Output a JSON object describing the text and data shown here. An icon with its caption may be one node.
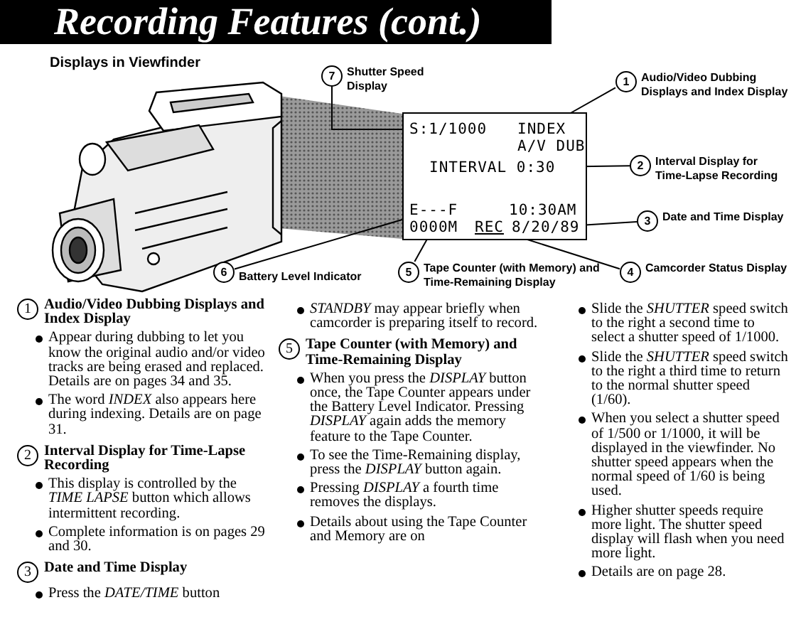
{
  "diagram": {
    "title": "Recording Features (cont.)",
    "nodes": [
      {
        "text": [],
        "shape": "box"
      },
      {
        "text": [
          "S:1/1000"
        ],
        "in": 0
      },
      {
        "text": [
          "INDEX"
        ],
        "in": 0
      },
      {
        "text": [
          "A/V DUB"
        ],
        "in": 0
      },
      {
        "text": [
          "INTERVAL 0:30"
        ],
        "in": 0
      },
      {
        "text": [
          "E---F"
        ],
        "in": 0
      },
      {
        "text": [
          "10:30AM"
        ],
        "in": 0
      },
      {
        "text": [
          "0000M"
        ],
        "in": 0
      },
      {
        "text": [
          "REC"
        ],
        "in": 0
      },
      {
        "text": [
          "8/20/89"
        ],
        "in": 0
      },
      {
        "text": [
          "7",
          "Shutter Speed Display"
        ]
      },
      {
        "text": [
          "1",
          "Audio/Video Dubbing Displays and Index Display"
        ]
      },
      {
        "text": [
          "2",
          "Interval Display for Time-Lapse Recording"
        ]
      },
      {
        "text": [
          "3",
          "Date and Time Display"
        ]
      },
      {
        "text": [
          "6",
          "Battery Level Indicator"
        ]
      },
      {
        "text": [
          "5",
          "Tape Counter (with Memory) and Time-Remaining Display"
        ]
      },
      {
        "text": [
          "4",
          "Camcorder Status Display"
        ]
      }
    ],
    "edges": [
      {
        "from": 10,
        "to": 1,
        "arrow": "none"
      },
      {
        "from": 11,
        "to": 2,
        "arrow": "none"
      },
      {
        "from": 12,
        "to": 4,
        "arrow": "none"
      },
      {
        "from": 13,
        "to": 9,
        "arrow": "none"
      },
      {
        "from": 14,
        "to": 5,
        "arrow": "none"
      },
      {
        "from": 15,
        "to": 7,
        "arrow": "none"
      },
      {
        "from": 16,
        "to": 8,
        "arrow": "none"
      }
    ],
    "labels": [
      "Displays in Viewfinder",
      "1",
      "Audio/Video Dubbing Displays and Index Display",
      "Appear during dubbing to let you know the original audio and/or video tracks are being erased and replaced. Details are on pages 34 and 35.",
      "The word *INDEX* also appears here during indexing. Details are on page 31.",
      "2",
      "Interval Display for Time-Lapse Recording",
      "This display is controlled by the *TIME LAPSE* button which allows intermittent recording.",
      "Complete information is on pages 29 and 30.",
      "3",
      "Date and Time Display",
      "Press the *DATE/TIME* button",
      "*STANDBY* may appear briefly when camcorder is preparing itself to record.",
      "5",
      "Tape Counter (with Memory) and Time-Remaining Display",
      "When you press the *DISPLAY* button once, the Tape Counter appears under the Battery Level Indicator. Pressing *DISPLAY* again adds the memory feature to the Tape Counter.",
      "To see the Time-Remaining display, press the *DISPLAY* button again.",
      "Pressing *DISPLAY* a fourth time removes the displays.",
      "Details about using the Tape Counter and Memory are on",
      "Slide the *SHUTTER* speed switch to the right a second time to select a shutter speed of 1/1000.",
      "Slide the *SHUTTER* speed switch to the right a third time to return to the normal shutter speed (1/60).",
      "When you select a shutter speed of 1/500 or 1/1000, it will be displayed in the viewfinder. No shutter speed appears when the normal speed of 1/60 is being used.",
      "Higher shutter speeds require more light. The shutter speed display will flash when you need more light.",
      "Details are on page 28."
    ]
  }
}
